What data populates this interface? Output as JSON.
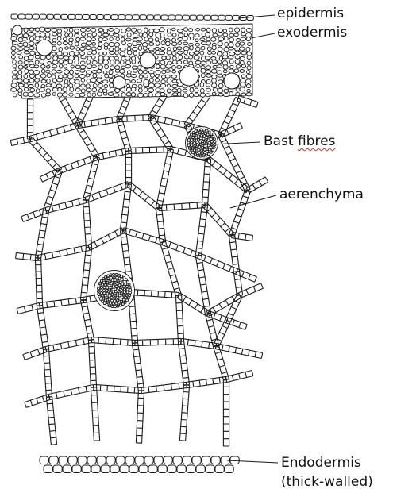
{
  "labels": {
    "epidermis": "epidermis",
    "exodermis": "exodermis",
    "bast_prefix": "Bast ",
    "bast_word": "fibres",
    "aerenchyma": "aerenchyma",
    "endodermis": "Endodermis",
    "endodermis_note": "(thick-walled)"
  },
  "colors": {
    "ink": "#1a1a1a",
    "background": "#ffffff",
    "spellcheck": "#cc2a2a"
  }
}
